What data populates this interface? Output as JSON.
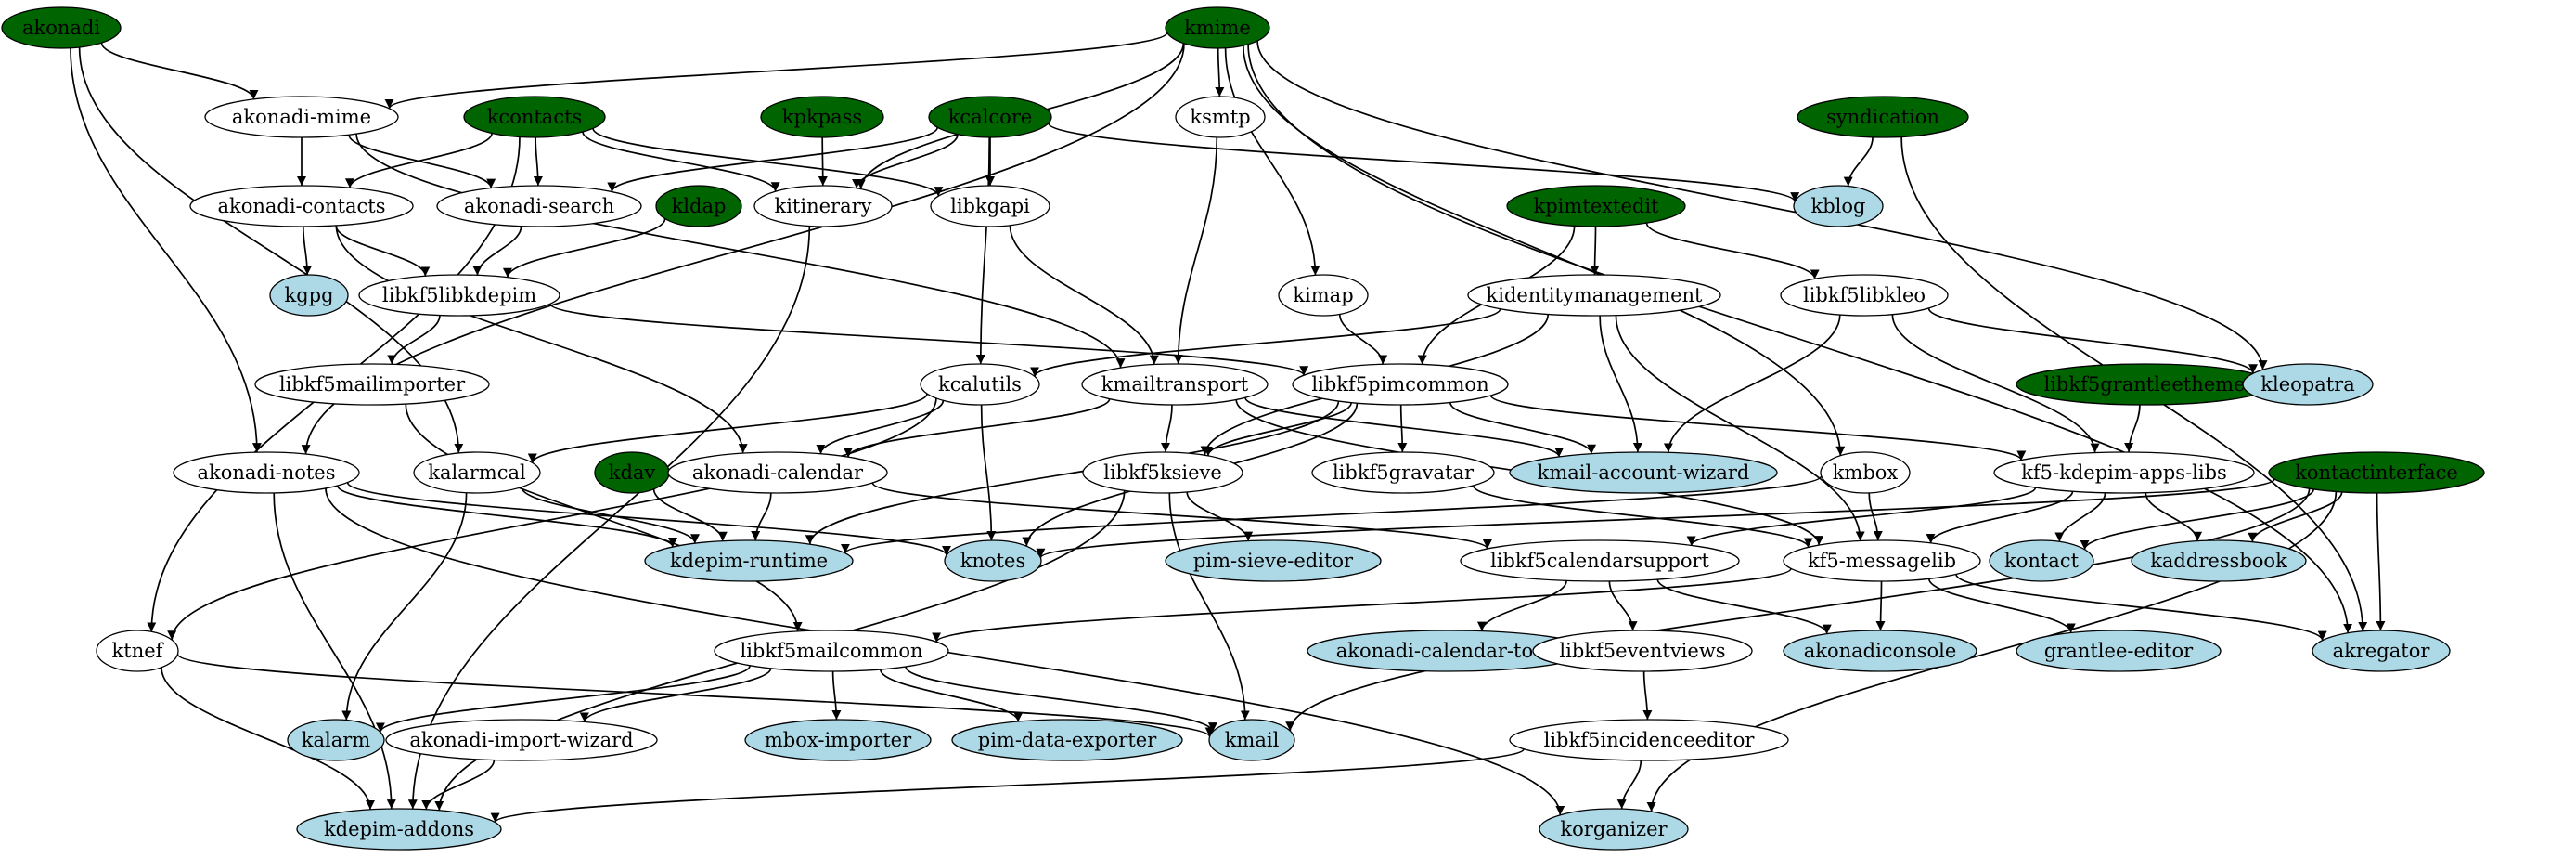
{
  "colors": {
    "root_fill": "#006400",
    "leaf_fill": "#add8e6",
    "plain_fill": "#ffffff",
    "stroke": "#000000"
  },
  "nodes": [
    {
      "id": "akonadi",
      "label": "akonadi",
      "kind": "root"
    },
    {
      "id": "kmime",
      "label": "kmime",
      "kind": "root"
    },
    {
      "id": "kcontacts",
      "label": "kcontacts",
      "kind": "root"
    },
    {
      "id": "kpkpass",
      "label": "kpkpass",
      "kind": "root"
    },
    {
      "id": "kcalcore",
      "label": "kcalcore",
      "kind": "root"
    },
    {
      "id": "syndication",
      "label": "syndication",
      "kind": "root"
    },
    {
      "id": "kldap",
      "label": "kldap",
      "kind": "root"
    },
    {
      "id": "kpimtextedit",
      "label": "kpimtextedit",
      "kind": "root"
    },
    {
      "id": "libkf5grantleetheme",
      "label": "libkf5grantleetheme",
      "kind": "root"
    },
    {
      "id": "kdav",
      "label": "kdav",
      "kind": "root"
    },
    {
      "id": "kontactinterface",
      "label": "kontactinterface",
      "kind": "root"
    },
    {
      "id": "akonadi-mime",
      "label": "akonadi-mime",
      "kind": "plain"
    },
    {
      "id": "ksmtp",
      "label": "ksmtp",
      "kind": "plain"
    },
    {
      "id": "akonadi-contacts",
      "label": "akonadi-contacts",
      "kind": "plain"
    },
    {
      "id": "akonadi-search",
      "label": "akonadi-search",
      "kind": "plain"
    },
    {
      "id": "kitinerary",
      "label": "kitinerary",
      "kind": "plain"
    },
    {
      "id": "libkgapi",
      "label": "libkgapi",
      "kind": "plain"
    },
    {
      "id": "kblog",
      "label": "kblog",
      "kind": "leaf"
    },
    {
      "id": "kgpg",
      "label": "kgpg",
      "kind": "leaf"
    },
    {
      "id": "libkf5libkdepim",
      "label": "libkf5libkdepim",
      "kind": "plain"
    },
    {
      "id": "kimap",
      "label": "kimap",
      "kind": "plain"
    },
    {
      "id": "kidentitymanagement",
      "label": "kidentitymanagement",
      "kind": "plain"
    },
    {
      "id": "libkf5libkleo",
      "label": "libkf5libkleo",
      "kind": "plain"
    },
    {
      "id": "libkf5mailimporter",
      "label": "libkf5mailimporter",
      "kind": "plain"
    },
    {
      "id": "kcalutils",
      "label": "kcalutils",
      "kind": "plain"
    },
    {
      "id": "kmailtransport",
      "label": "kmailtransport",
      "kind": "plain"
    },
    {
      "id": "libkf5pimcommon",
      "label": "libkf5pimcommon",
      "kind": "plain"
    },
    {
      "id": "kleopatra",
      "label": "kleopatra",
      "kind": "leaf"
    },
    {
      "id": "akonadi-notes",
      "label": "akonadi-notes",
      "kind": "plain"
    },
    {
      "id": "kalarmcal",
      "label": "kalarmcal",
      "kind": "plain"
    },
    {
      "id": "akonadi-calendar",
      "label": "akonadi-calendar",
      "kind": "plain"
    },
    {
      "id": "libkf5ksieve",
      "label": "libkf5ksieve",
      "kind": "plain"
    },
    {
      "id": "libkf5gravatar",
      "label": "libkf5gravatar",
      "kind": "plain"
    },
    {
      "id": "kmail-account-wizard",
      "label": "kmail-account-wizard",
      "kind": "leaf"
    },
    {
      "id": "kmbox",
      "label": "kmbox",
      "kind": "plain"
    },
    {
      "id": "kf5-kdepim-apps-libs",
      "label": "kf5-kdepim-apps-libs",
      "kind": "plain"
    },
    {
      "id": "kdepim-runtime",
      "label": "kdepim-runtime",
      "kind": "leaf"
    },
    {
      "id": "knotes",
      "label": "knotes",
      "kind": "leaf"
    },
    {
      "id": "pim-sieve-editor",
      "label": "pim-sieve-editor",
      "kind": "leaf"
    },
    {
      "id": "libkf5calendarsupport",
      "label": "libkf5calendarsupport",
      "kind": "plain"
    },
    {
      "id": "kf5-messagelib",
      "label": "kf5-messagelib",
      "kind": "plain"
    },
    {
      "id": "kontact",
      "label": "kontact",
      "kind": "leaf"
    },
    {
      "id": "kaddressbook",
      "label": "kaddressbook",
      "kind": "leaf"
    },
    {
      "id": "ktnef",
      "label": "ktnef",
      "kind": "plain"
    },
    {
      "id": "libkf5mailcommon",
      "label": "libkf5mailcommon",
      "kind": "plain"
    },
    {
      "id": "akonadi-calendar-tools",
      "label": "akonadi-calendar-tools",
      "kind": "leaf"
    },
    {
      "id": "libkf5eventviews",
      "label": "libkf5eventviews",
      "kind": "plain"
    },
    {
      "id": "akonadiconsole",
      "label": "akonadiconsole",
      "kind": "leaf"
    },
    {
      "id": "grantlee-editor",
      "label": "grantlee-editor",
      "kind": "leaf"
    },
    {
      "id": "akregator",
      "label": "akregator",
      "kind": "leaf"
    },
    {
      "id": "kalarm",
      "label": "kalarm",
      "kind": "leaf"
    },
    {
      "id": "akonadi-import-wizard",
      "label": "akonadi-import-wizard",
      "kind": "plain"
    },
    {
      "id": "mbox-importer",
      "label": "mbox-importer",
      "kind": "leaf"
    },
    {
      "id": "pim-data-exporter",
      "label": "pim-data-exporter",
      "kind": "leaf"
    },
    {
      "id": "kmail",
      "label": "kmail",
      "kind": "leaf"
    },
    {
      "id": "libkf5incidenceeditor",
      "label": "libkf5incidenceeditor",
      "kind": "plain"
    },
    {
      "id": "kdepim-addons",
      "label": "kdepim-addons",
      "kind": "leaf"
    },
    {
      "id": "korganizer",
      "label": "korganizer",
      "kind": "leaf"
    }
  ],
  "edges": [
    [
      "akonadi",
      "akonadi-mime"
    ],
    [
      "akonadi",
      "kalarmcal"
    ],
    [
      "akonadi",
      "akonadi-notes"
    ],
    [
      "kmime",
      "akonadi-mime"
    ],
    [
      "kmime",
      "ksmtp"
    ],
    [
      "kmime",
      "kitinerary"
    ],
    [
      "kmime",
      "kimap"
    ],
    [
      "kmime",
      "akonadi-notes"
    ],
    [
      "kmime",
      "kleopatra"
    ],
    [
      "kmime",
      "kmbox"
    ],
    [
      "kmime",
      "akregator"
    ],
    [
      "akonadi-mime",
      "akonadi-contacts"
    ],
    [
      "akonadi-mime",
      "akonadi-search"
    ],
    [
      "akonadi-mime",
      "kmailtransport"
    ],
    [
      "kcontacts",
      "akonadi-contacts"
    ],
    [
      "kcontacts",
      "akonadi-search"
    ],
    [
      "kcontacts",
      "kitinerary"
    ],
    [
      "kcontacts",
      "libkgapi"
    ],
    [
      "kcontacts",
      "ktnef"
    ],
    [
      "kpkpass",
      "kitinerary"
    ],
    [
      "kcalcore",
      "akonadi-search"
    ],
    [
      "kcalcore",
      "kitinerary"
    ],
    [
      "kcalcore",
      "libkgapi"
    ],
    [
      "kcalcore",
      "kcalutils"
    ],
    [
      "kcalcore",
      "kblog"
    ],
    [
      "syndication",
      "kblog"
    ],
    [
      "syndication",
      "akregator"
    ],
    [
      "akonadi-contacts",
      "kgpg"
    ],
    [
      "akonadi-contacts",
      "libkf5libkdepim"
    ],
    [
      "akonadi-contacts",
      "akonadi-calendar"
    ],
    [
      "akonadi-search",
      "libkf5libkdepim"
    ],
    [
      "kldap",
      "libkf5libkdepim"
    ],
    [
      "kitinerary",
      "kdepim-addons"
    ],
    [
      "libkgapi",
      "kmailtransport"
    ],
    [
      "ksmtp",
      "kmailtransport"
    ],
    [
      "libkf5libkdepim",
      "libkf5mailimporter"
    ],
    [
      "libkf5libkdepim",
      "libkf5pimcommon"
    ],
    [
      "kpimtextedit",
      "kidentitymanagement"
    ],
    [
      "kpimtextedit",
      "libkf5libkleo"
    ],
    [
      "kpimtextedit",
      "libkf5pimcommon"
    ],
    [
      "kimap",
      "libkf5pimcommon"
    ],
    [
      "kidentitymanagement",
      "kcalutils"
    ],
    [
      "kidentitymanagement",
      "kmail-account-wizard"
    ],
    [
      "kidentitymanagement",
      "libkf5ksieve"
    ],
    [
      "kidentitymanagement",
      "kf5-messagelib"
    ],
    [
      "libkf5libkleo",
      "kleopatra"
    ],
    [
      "libkf5libkleo",
      "kmail-account-wizard"
    ],
    [
      "libkf5libkleo",
      "kf5-kdepim-apps-libs"
    ],
    [
      "libkf5mailimporter",
      "libkf5mailcommon"
    ],
    [
      "kcalutils",
      "kalarmcal"
    ],
    [
      "kcalutils",
      "akonadi-calendar"
    ],
    [
      "kcalutils",
      "knotes"
    ],
    [
      "kcalutils",
      "ktnef"
    ],
    [
      "kmailtransport",
      "akonadi-calendar"
    ],
    [
      "kmailtransport",
      "libkf5ksieve"
    ],
    [
      "kmailtransport",
      "kmail-account-wizard"
    ],
    [
      "kmailtransport",
      "kf5-messagelib"
    ],
    [
      "libkf5pimcommon",
      "libkf5ksieve"
    ],
    [
      "libkf5pimcommon",
      "libkf5gravatar"
    ],
    [
      "libkf5pimcommon",
      "kmail-account-wizard"
    ],
    [
      "libkf5pimcommon",
      "kf5-kdepim-apps-libs"
    ],
    [
      "libkf5pimcommon",
      "knotes"
    ],
    [
      "libkf5pimcommon",
      "kdepim-runtime"
    ],
    [
      "libkf5grantleetheme",
      "kf5-kdepim-apps-libs"
    ],
    [
      "akonadi-notes",
      "kdepim-runtime"
    ],
    [
      "akonadi-notes",
      "knotes"
    ],
    [
      "akonadi-notes",
      "kdepim-addons"
    ],
    [
      "akonadi-notes",
      "korganizer"
    ],
    [
      "kalarmcal",
      "kdepim-runtime"
    ],
    [
      "kalarmcal",
      "kalarm"
    ],
    [
      "kdav",
      "kdepim-runtime"
    ],
    [
      "akonadi-calendar",
      "kdepim-runtime"
    ],
    [
      "akonadi-calendar",
      "libkf5calendarsupport"
    ],
    [
      "libkf5ksieve",
      "pim-sieve-editor"
    ],
    [
      "libkf5ksieve",
      "kmail"
    ],
    [
      "libkf5ksieve",
      "kdepim-addons"
    ],
    [
      "libkf5gravatar",
      "kf5-messagelib"
    ],
    [
      "kmbox",
      "kf5-messagelib"
    ],
    [
      "kmbox",
      "kdepim-runtime"
    ],
    [
      "kf5-kdepim-apps-libs",
      "kf5-messagelib"
    ],
    [
      "kf5-kdepim-apps-libs",
      "kontact"
    ],
    [
      "kf5-kdepim-apps-libs",
      "kaddressbook"
    ],
    [
      "kf5-kdepim-apps-libs",
      "libkf5calendarsupport"
    ],
    [
      "kontactinterface",
      "kontact"
    ],
    [
      "kontactinterface",
      "kaddressbook"
    ],
    [
      "kontactinterface",
      "akregator"
    ],
    [
      "kontactinterface",
      "kmail"
    ],
    [
      "kontactinterface",
      "korganizer"
    ],
    [
      "kontactinterface",
      "knotes"
    ],
    [
      "libkf5calendarsupport",
      "akonadi-calendar-tools"
    ],
    [
      "libkf5calendarsupport",
      "libkf5eventviews"
    ],
    [
      "libkf5calendarsupport",
      "akonadiconsole"
    ],
    [
      "kf5-messagelib",
      "akonadiconsole"
    ],
    [
      "kf5-messagelib",
      "grantlee-editor"
    ],
    [
      "kf5-messagelib",
      "akregator"
    ],
    [
      "kf5-messagelib",
      "libkf5mailcommon"
    ],
    [
      "ktnef",
      "kmail"
    ],
    [
      "ktnef",
      "kdepim-addons"
    ],
    [
      "libkf5mailcommon",
      "kalarm"
    ],
    [
      "libkf5mailcommon",
      "akonadi-import-wizard"
    ],
    [
      "libkf5mailcommon",
      "mbox-importer"
    ],
    [
      "libkf5mailcommon",
      "pim-data-exporter"
    ],
    [
      "libkf5mailcommon",
      "kmail"
    ],
    [
      "libkf5eventviews",
      "libkf5incidenceeditor"
    ],
    [
      "akonadi-import-wizard",
      "kdepim-addons"
    ],
    [
      "libkf5incidenceeditor",
      "korganizer"
    ],
    [
      "libkf5incidenceeditor",
      "kdepim-addons"
    ]
  ]
}
